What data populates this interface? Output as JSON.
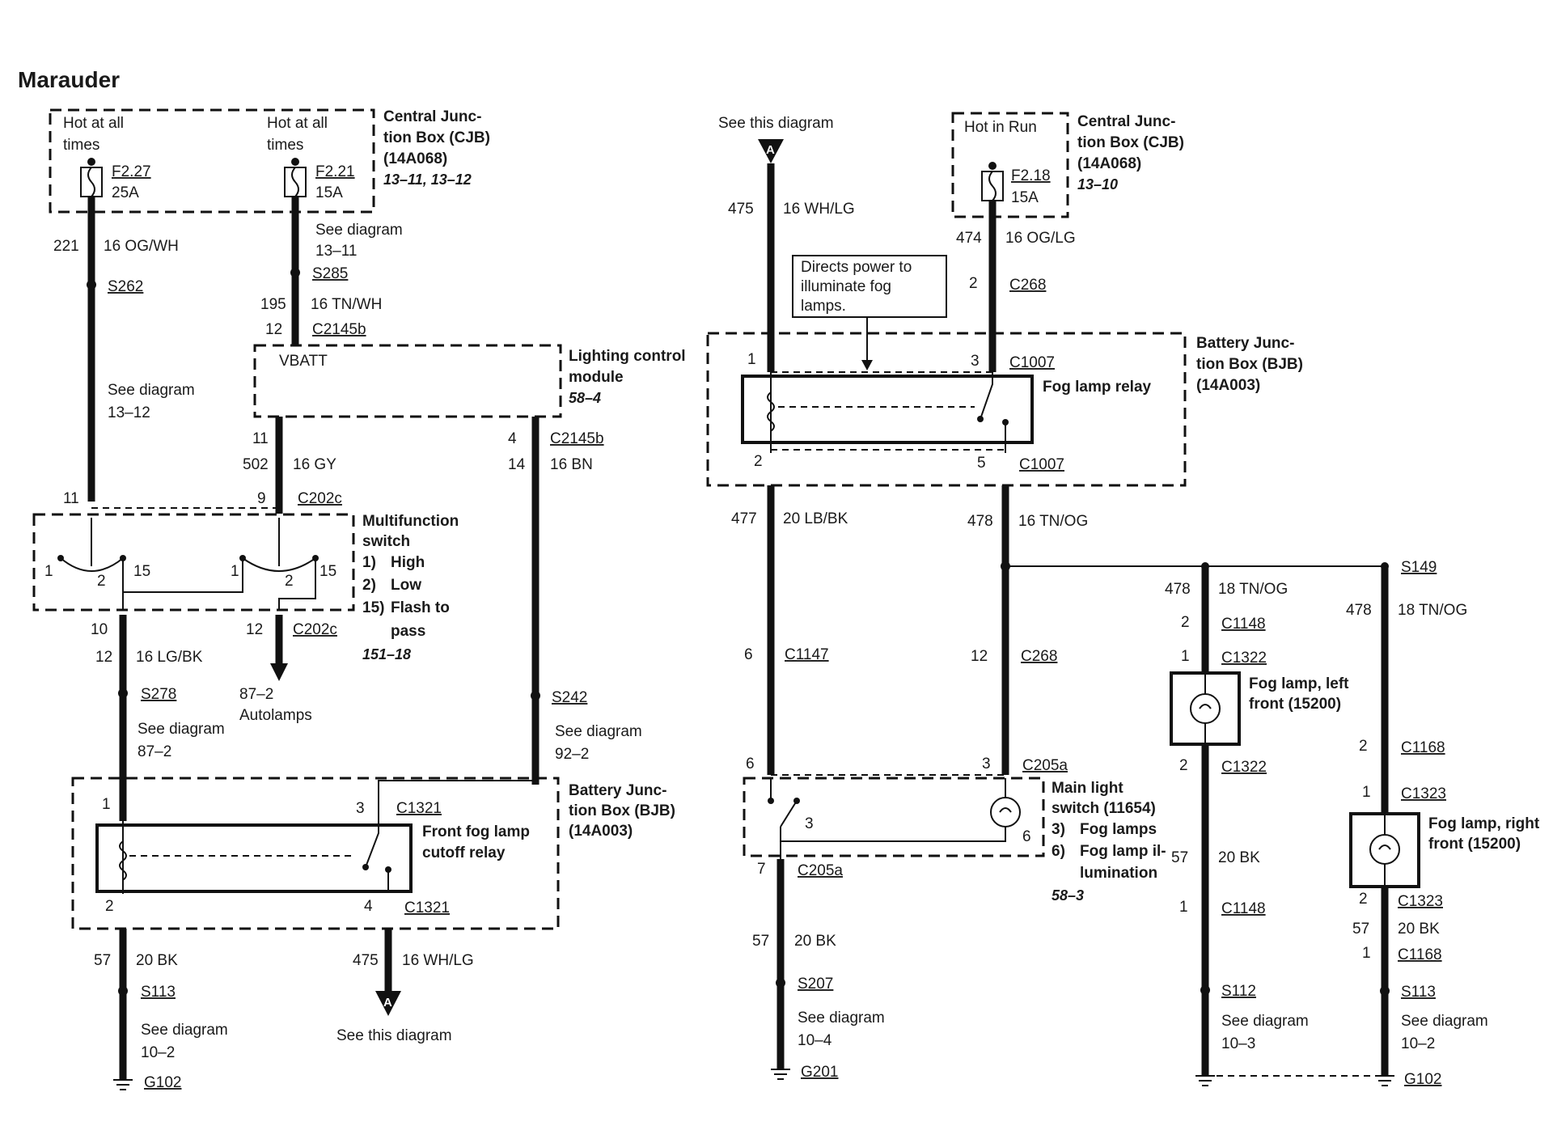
{
  "title": "Marauder",
  "left": {
    "cjb": {
      "hot1": "Hot at all",
      "hot1b": "times",
      "hot2": "Hot at all",
      "hot2b": "times",
      "f1_id": "F2.27",
      "f1_amp": "25A",
      "f2_id": "F2.21",
      "f2_amp": "15A",
      "name1": "Central Junc-",
      "name2": "tion Box (CJB)",
      "part": "(14A068)",
      "ref": "13–11, 13–12"
    },
    "w221": "221",
    "w221c": "16 OG/WH",
    "s262": "S262",
    "see1311a": "See diagram",
    "see1311b": "13–11",
    "s285": "S285",
    "w195": "195",
    "w195c": "16 TN/WH",
    "pin12": "12",
    "c2145b": "C2145b",
    "see1312a": "See diagram",
    "see1312b": "13–12",
    "lcm": {
      "vbatt": "VBATT",
      "name1": "Lighting control",
      "name2": "module",
      "ref": "58–4"
    },
    "pin11": "11",
    "w502": "502",
    "w502c": "16 GY",
    "pin4": "4",
    "c2145b_2": "C2145b",
    "w14": "14",
    "w14c": "16 BN",
    "p11": "11",
    "p9": "9",
    "c202c": "C202c",
    "mfs": {
      "name1": "Multifunction",
      "name2": "switch",
      "i1": "1)",
      "i1t": "High",
      "i2": "2)",
      "i2t": "Low",
      "i15": "15)",
      "i15t": "Flash to",
      "i15t2": "pass",
      "ref": "151–18",
      "s1": "1",
      "s2": "2",
      "s15": "15",
      "s1b": "1",
      "s2b": "2",
      "s15b": "15"
    },
    "p10": "10",
    "p12b": "12",
    "c202c_2": "C202c",
    "w12": "12",
    "w12c": "16 LG/BK",
    "s278": "S278",
    "auto1": "87–2",
    "auto2": "Autolamps",
    "see872a": "See diagram",
    "see872b": "87–2",
    "s242": "S242",
    "see922a": "See diagram",
    "see922b": "92–2",
    "bjb": {
      "name1": "Battery Junc-",
      "name2": "tion Box (BJB)",
      "part": "(14A003)",
      "p1": "1",
      "p3": "3",
      "c1321": "C1321",
      "relay1": "Front fog lamp",
      "relay2": "cutoff relay",
      "p2": "2",
      "p4": "4",
      "c1321b": "C1321"
    },
    "w57": "57",
    "w57c": "20 BK",
    "w475": "475",
    "w475c": "16 WH/LG",
    "s113": "S113",
    "see102a": "See diagram",
    "see102b": "10–2",
    "g102": "G102",
    "seethis": "See this diagram",
    "conA": "A"
  },
  "right": {
    "seethis": "See this diagram",
    "conA": "A",
    "w475": "475",
    "w475c": "16 WH/LG",
    "cjb": {
      "hot": "Hot in Run",
      "f_id": "F2.18",
      "f_amp": "15A",
      "name1": "Central Junc-",
      "name2": "tion Box (CJB)",
      "part": "(14A068)",
      "ref": "13–10"
    },
    "w474": "474",
    "w474c": "16 OG/LG",
    "p2": "2",
    "c268": "C268",
    "note1": "Directs power to",
    "note2": "illuminate fog",
    "note3": "lamps.",
    "bjb": {
      "name1": "Battery Junc-",
      "name2": "tion Box (BJB)",
      "part": "(14A003)",
      "p1": "1",
      "p3": "3",
      "c1007": "C1007",
      "relay": "Fog lamp relay",
      "p2": "2",
      "p5": "5",
      "c1007b": "C1007"
    },
    "w477": "477",
    "w477c": "20 LB/BK",
    "w478": "478",
    "w478c": "16 TN/OG",
    "s149": "S149",
    "w478b": "478",
    "w478bc": "18 TN/OG",
    "w478d": "478",
    "w478dc": "18 TN/OG",
    "p2a": "2",
    "c1148": "C1148",
    "p1a": "1",
    "c1322": "C1322",
    "fogl1": "Fog lamp, left",
    "fogl2": "front (15200)",
    "p6": "6",
    "c1147": "C1147",
    "p12": "12",
    "c268b": "C268",
    "p2b": "2",
    "c1322b": "C1322",
    "p2c": "2",
    "c1168": "C1168",
    "p1c": "1",
    "c1323": "C1323",
    "fogr1": "Fog lamp, right",
    "fogr2": "front (15200)",
    "mls": {
      "p6": "6",
      "p3": "3",
      "c205a": "C205a",
      "name1": "Main light",
      "name2": "switch (11654)",
      "i3": "3)",
      "i3t": "Fog lamps",
      "i6": "6)",
      "i6t": "Fog lamp il-",
      "i6t2": "lumination",
      "ref": "58–3",
      "s3": "3",
      "s6": "6"
    },
    "p7": "7",
    "c205a_2": "C205a",
    "w57a": "57",
    "w57ac": "20 BK",
    "p1d": "1",
    "c1148b": "C1148",
    "p2d": "2",
    "c1323b": "C1323",
    "w57b": "57",
    "w57bc": "20 BK",
    "p1e": "1",
    "c1168b": "C1168",
    "w57c": "57",
    "w57cc": "20 BK",
    "s207": "S207",
    "see104a": "See diagram",
    "see104b": "10–4",
    "g201": "G201",
    "s112": "S112",
    "see103a": "See diagram",
    "see103b": "10–3",
    "s113": "S113",
    "see102a": "See diagram",
    "see102b": "10–2",
    "g102": "G102"
  }
}
